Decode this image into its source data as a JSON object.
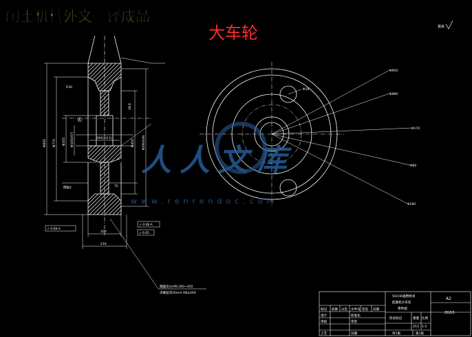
{
  "header": {
    "watermark_title": "闰土机械外文翻译成品",
    "part_title": "大车轮",
    "roughness_note": "其余"
  },
  "section_view": {
    "dim_outer_dia": "Φ850",
    "dim_d770": "Φ770",
    "dim_d355": "Φ355",
    "dim_d100": "Φ100(H7)",
    "dim_d400": "Φ400",
    "dim_d590": "Φ590(h9)",
    "dim_240": "240(±0.1)",
    "dim_75": "75",
    "dim_r30": "R30",
    "dim_28_6": "28.6",
    "dim_100": "100",
    "dim_210": "210",
    "dim_chamfer": "倒角2",
    "tol_runout_1": "↗ 0.08 A",
    "tol_runout_2": "↗ 0.08 A",
    "tol_flat": "▱ 0.05",
    "datum": "A",
    "note_line1": "踏面淬火HRC300~450",
    "note_line2": "淬硬层深20mm HB≥260"
  },
  "front_view": {
    "dim_d950": "Φ950",
    "dim_d880": "Φ880",
    "dim_d170": "Φ170",
    "dim_d80": "Φ80",
    "dim_d180": "Φ180",
    "dim_d18": "Φ18"
  },
  "watermark": {
    "brand": "人人文库",
    "url": "www.renrendoc.com"
  },
  "title_block": {
    "part_name_line1": "50/10t通用桥式",
    "part_name_line2": "起重机大车轮",
    "part_name_line3": "零件图",
    "sheet_size": "A2",
    "material": "ZG55",
    "rows": [
      {
        "c1": "标记",
        "c2": "处数",
        "c3": "分区",
        "c4": "文件号",
        "c5": "签名",
        "c6": "日期"
      },
      {
        "c1": "设计",
        "c2": "",
        "c3": "标准化",
        "c4": ""
      },
      {
        "c1": "审核",
        "c2": "",
        "c3": "审定",
        "c4": ""
      },
      {
        "c1": "工艺",
        "c2": "",
        "c3": "日期",
        "c4": ""
      }
    ],
    "stage_label": "阶段标记",
    "weight_label": "重量",
    "scale_label": "比例",
    "weight_value": "253",
    "scale_value": "1:5",
    "sheet_total": "共1张",
    "sheet_current": "第1张"
  },
  "colors": {
    "line": "#ffffff",
    "title_red": "#ff2a2a",
    "title_yellow": "#f4f06c",
    "watermark_blue": "#2a5f9e"
  }
}
